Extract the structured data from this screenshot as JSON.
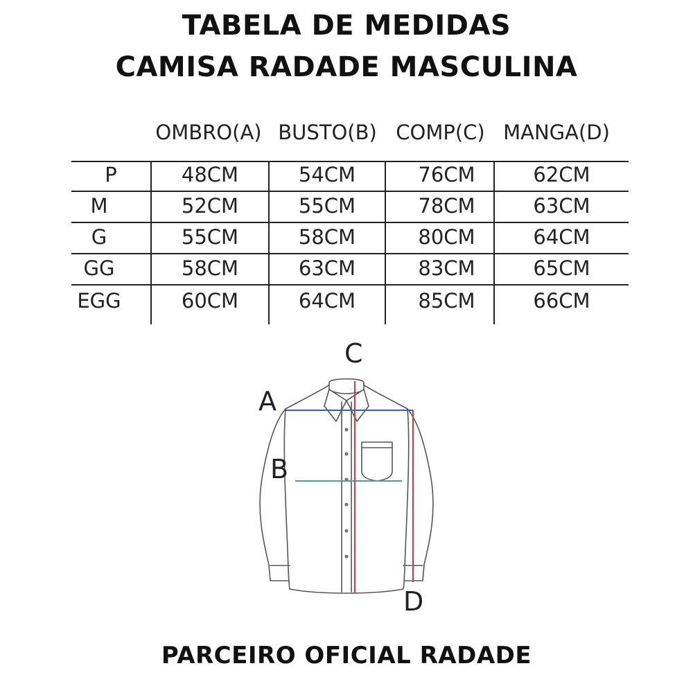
{
  "title": {
    "line1": "TABELA DE MEDIDAS",
    "line2": "CAMISA RADADE MASCULINA"
  },
  "table": {
    "headers": [
      "OMBRO(A)",
      "BUSTO(B)",
      "COMP(C)",
      "MANGA(D)"
    ],
    "rows": [
      {
        "size": "P",
        "values": [
          "48CM",
          "54CM",
          "76CM",
          "62CM"
        ]
      },
      {
        "size": "M",
        "values": [
          "52CM",
          "55CM",
          "78CM",
          "63CM"
        ]
      },
      {
        "size": "G",
        "values": [
          "55CM",
          "58CM",
          "80CM",
          "64CM"
        ]
      },
      {
        "size": "GG",
        "values": [
          "58CM",
          "63CM",
          "83CM",
          "65CM"
        ]
      },
      {
        "size": "EGG",
        "values": [
          "60CM",
          "64CM",
          "85CM",
          "66CM"
        ]
      }
    ]
  },
  "diagram": {
    "label_a": "A",
    "label_b": "B",
    "label_c": "C",
    "label_d": "D",
    "colors": {
      "shoulder_line": "#3b5bbf",
      "chest_line": "#3fa6a6",
      "length_line": "#e0303a",
      "sleeve_line": "#e0303a"
    }
  },
  "footer": "PARCEIRO OFICIAL RADADE"
}
